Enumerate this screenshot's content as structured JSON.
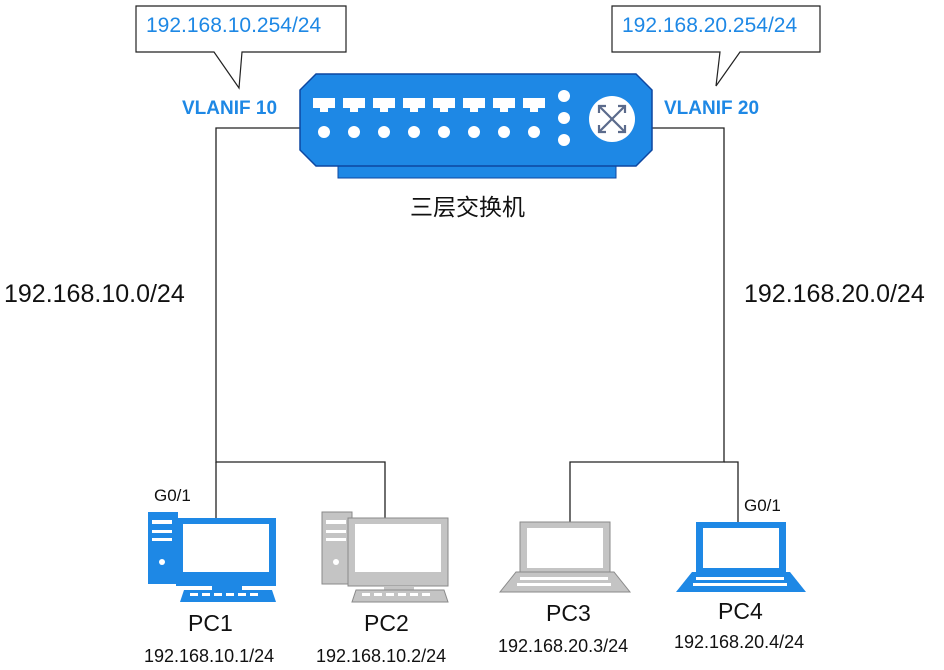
{
  "callouts": {
    "left": "192.168.10.254/24",
    "right": "192.168.20.254/24"
  },
  "vlanif": {
    "left": "VLANIF 10",
    "right": "VLANIF 20"
  },
  "switch": {
    "name": "三层交换机",
    "icon": "layer3-switch-icon"
  },
  "subnets": {
    "left": "192.168.10.0/24",
    "right": "192.168.20.0/24"
  },
  "ports": {
    "pc1": "G0/1",
    "pc4": "G0/1"
  },
  "hosts": [
    {
      "name": "PC1",
      "ip": "192.168.10.1/24",
      "icon": "desktop-pc-icon",
      "color": "#1e88e5"
    },
    {
      "name": "PC2",
      "ip": "192.168.10.2/24",
      "icon": "desktop-pc-icon",
      "color": "#b0b0b0"
    },
    {
      "name": "PC3",
      "ip": "192.168.20.3/24",
      "icon": "laptop-icon",
      "color": "#b0b0b0"
    },
    {
      "name": "PC4",
      "ip": "192.168.20.4/24",
      "icon": "laptop-icon",
      "color": "#1e88e5"
    }
  ],
  "colors": {
    "accent": "#1e88e5",
    "device_gray": "#b0b0b0",
    "line": "#222222"
  }
}
